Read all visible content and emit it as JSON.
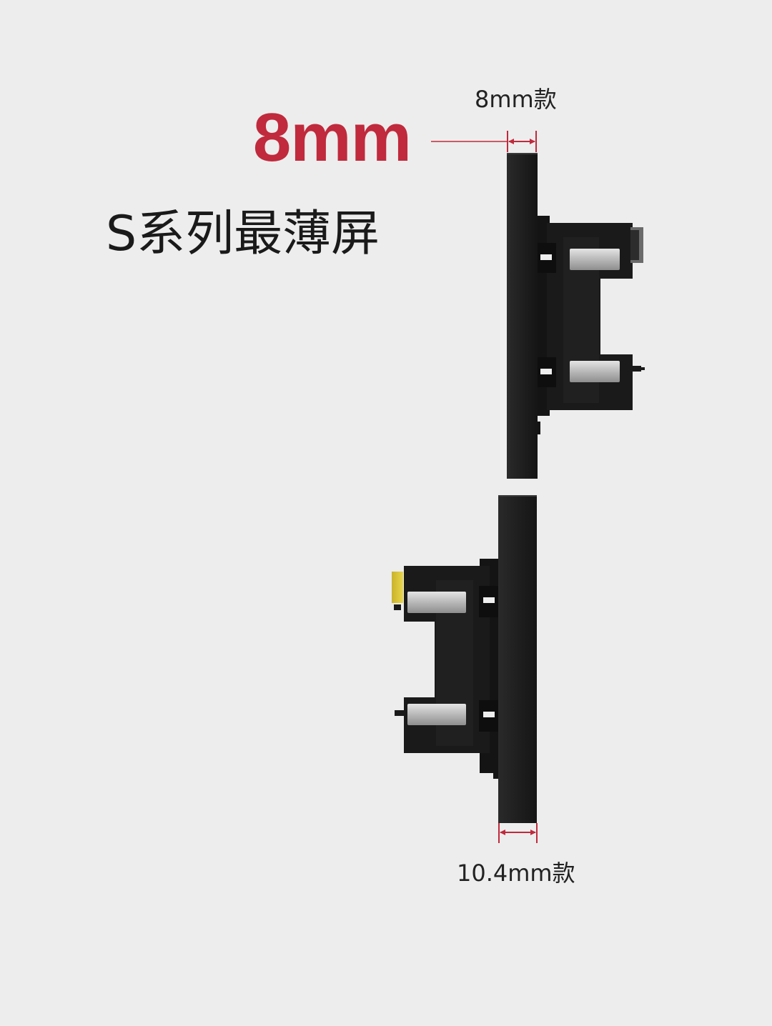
{
  "headline": "8mm",
  "subtitle": "S系列最薄屏",
  "top_model": {
    "thickness_label": "8mm款"
  },
  "bottom_model": {
    "thickness_label": "10.4mm款"
  },
  "colors": {
    "background": "#ededed",
    "accent": "#c02a3c",
    "text": "#1a1a1a",
    "device": "#1c1c1c"
  }
}
